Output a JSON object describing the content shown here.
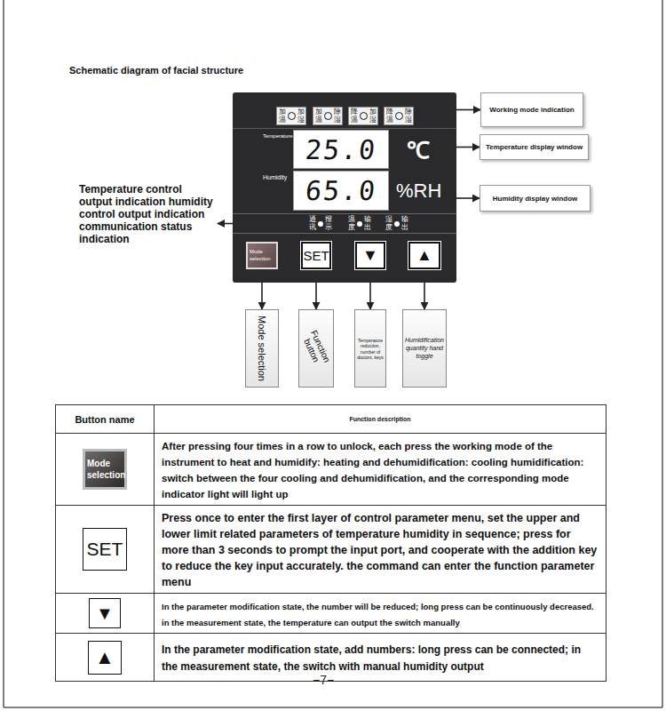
{
  "diagram": {
    "title": "Schematic diagram of facial structure",
    "nodes": [
      {
        "text": [
          "Temperature",
          "Humidity",
          "℃",
          "%RH"
        ]
      },
      {
        "text": [
          "加温",
          "加湿"
        ],
        "in": 0
      },
      {
        "text": [
          "加温",
          "除湿"
        ],
        "in": 0
      },
      {
        "text": [
          "降温",
          "加湿"
        ],
        "in": 0
      },
      {
        "text": [
          "降温",
          "除湿"
        ],
        "in": 0
      },
      {
        "text": [
          "25.0"
        ],
        "in": 0
      },
      {
        "text": [
          "65.0"
        ],
        "in": 0
      },
      {
        "text": [
          "通讯",
          "报示",
          "温度",
          "输出",
          "湿度",
          "输出"
        ],
        "in": 0
      },
      {
        "text": [
          "Mode selection"
        ],
        "in": 0
      },
      {
        "text": [
          "SET"
        ],
        "in": 0
      },
      {
        "text": [
          "▼"
        ],
        "in": 0
      },
      {
        "text": [
          "▲"
        ],
        "in": 0
      },
      {
        "text": [
          "Working mode indication"
        ]
      },
      {
        "text": [
          "Temperature display window"
        ]
      },
      {
        "text": [
          "Humidity display window"
        ]
      },
      {
        "text": [
          "Temperature control output indication humidity control output indication communication status indication"
        ]
      },
      {
        "text": [
          "Mode selection"
        ]
      },
      {
        "text": [
          "Function button"
        ]
      },
      {
        "text": [
          "Temperature reduction, number of doctors, keys"
        ]
      },
      {
        "text": [
          "Humidification quantity hand toggle"
        ]
      }
    ],
    "edges": [
      {
        "from": 0,
        "to": 12,
        "arrow": "to"
      },
      {
        "from": 0,
        "to": 13,
        "arrow": "to"
      },
      {
        "from": 0,
        "to": 14,
        "arrow": "to"
      },
      {
        "from": 7,
        "to": 15,
        "arrow": "to"
      },
      {
        "from": 8,
        "to": 16,
        "arrow": "to"
      },
      {
        "from": 9,
        "to": 17,
        "arrow": "to"
      },
      {
        "from": 10,
        "to": 18,
        "arrow": "to"
      },
      {
        "from": 11,
        "to": 19,
        "arrow": "to"
      }
    ],
    "labels": [
      "Button name",
      "Function description",
      "Mode selection",
      "After pressing four times in a row to unlock, each press the working mode of the instrument to heat and humidify: heating and dehumidification: cooling humidification: switch between the four cooling and dehumidification, and the corresponding mode indicator light will light up",
      "SET",
      "Press once to enter the first layer of control parameter menu, set the upper and lower limit related parameters of temperature humidity in sequence; press for more than 3 seconds to prompt the input port, and cooperate with the addition key to reduce the key input accurately. the command can enter the function parameter menu",
      "▼",
      "In the parameter modification state, the number will be reduced; long press can be continuously decreased. in the measurement state, the temperature can output the switch manually",
      "▲",
      "In the parameter modification state, add numbers: long press can be connected; in the measurement state, the switch with manual humidity output",
      "−7−"
    ]
  }
}
